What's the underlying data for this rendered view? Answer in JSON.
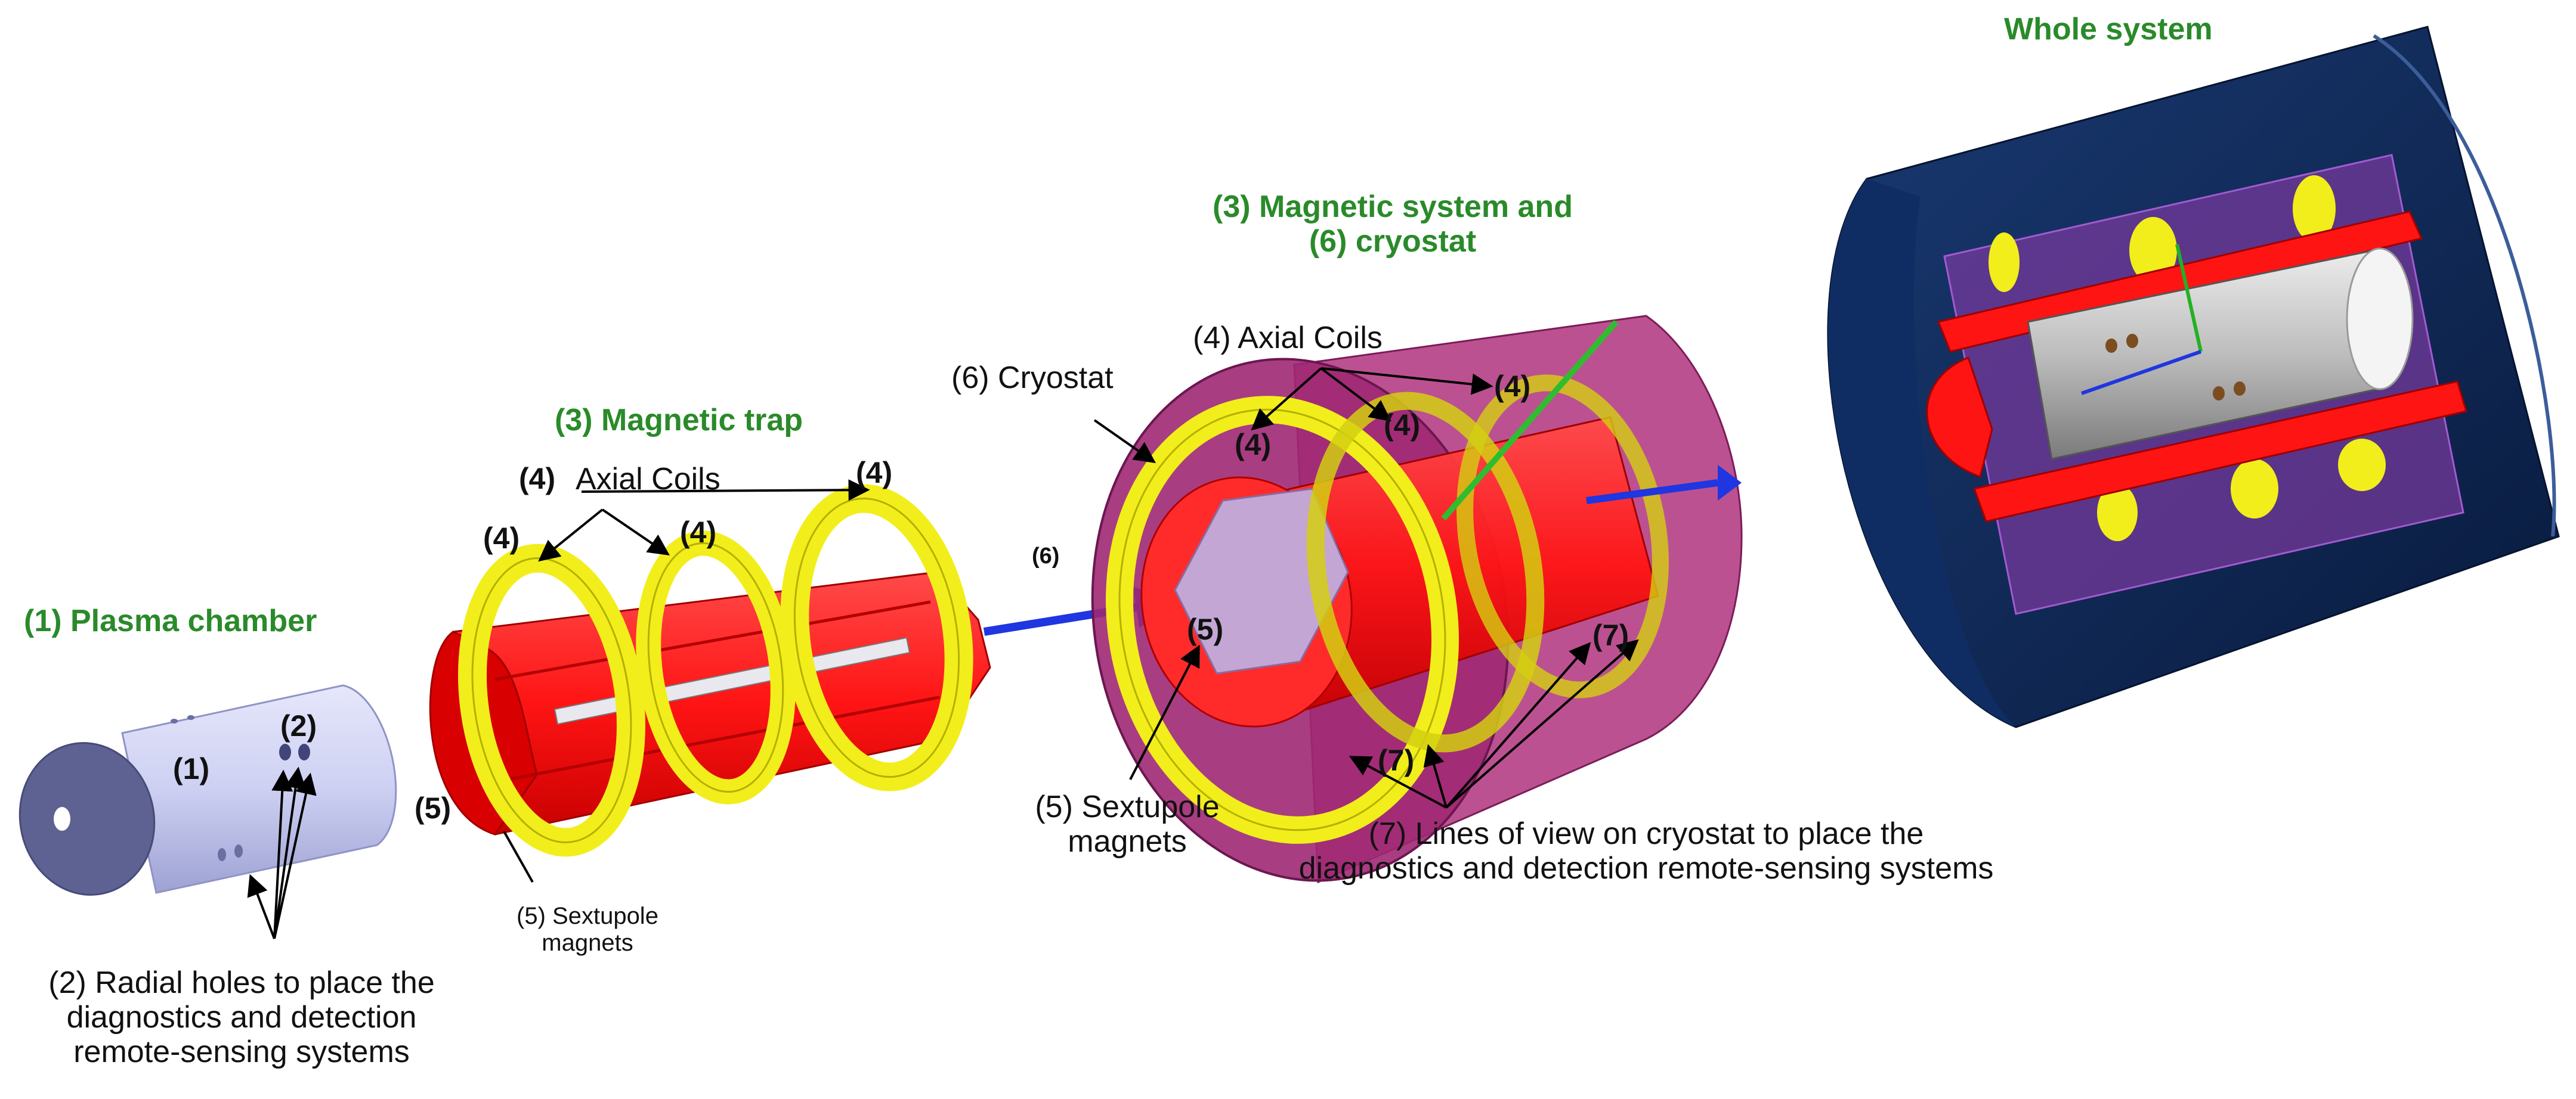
{
  "titles": {
    "plasma_chamber": "(1) Plasma chamber",
    "magnetic_trap": "(3) Magnetic trap",
    "magnetic_system_line1": "(3) Magnetic system and",
    "magnetic_system_line2": "(6) cryostat",
    "whole_system": "Whole system"
  },
  "labels": {
    "n1": "(1)",
    "n2": "(2)",
    "n4": "(4)",
    "n5": "(5)",
    "n6": "(6)",
    "n7": "(7)",
    "axial_coils": "Axial Coils",
    "axial_coils_full": "(4) Axial Coils",
    "cryostat": "(6) Cryostat",
    "sextupole_small_line1": "(5) Sextupole",
    "sextupole_small_line2": "magnets",
    "sextupole_line1": "(5) Sextupole",
    "sextupole_line2": "magnets",
    "radial_holes_line1": "(2) Radial holes to place the",
    "radial_holes_line2": "diagnostics and detection",
    "radial_holes_line3": "remote-sensing systems",
    "lines_of_view_line1": "(7) Lines of view on cryostat to place the",
    "lines_of_view_line2": "diagnostics and detection remote-sensing systems"
  },
  "colors": {
    "title_green": "#2a8a2a",
    "chamber": "#c9cbef",
    "sextupole_red": "#ff1a1a",
    "coil_yellow": "#f2ee1c",
    "cryostat_magenta": "#b0337e",
    "outer_shell_navy": "#0d2450",
    "beam_blue": "#1f36e0"
  }
}
